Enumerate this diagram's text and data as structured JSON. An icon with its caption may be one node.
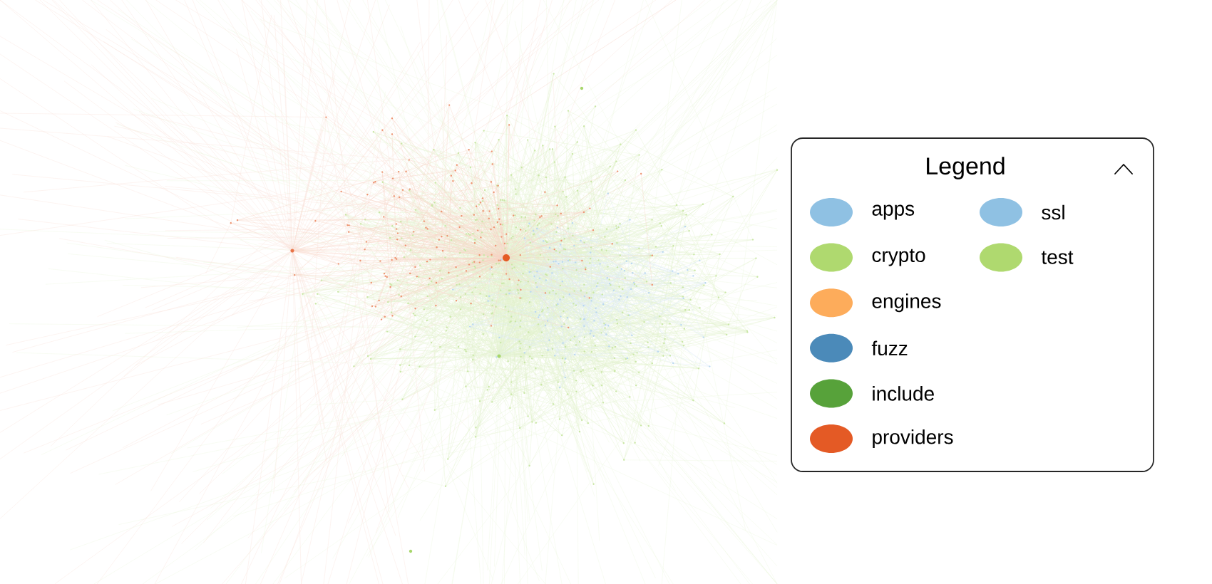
{
  "diagram": {
    "labels": [
      "Legend"
    ],
    "legend": [
      {
        "text": "apps",
        "color": "#8fc1e3"
      },
      {
        "text": "crypto",
        "color": "#afd96f"
      },
      {
        "text": "engines",
        "color": "#fdac5b"
      },
      {
        "text": "fuzz",
        "color": "#4b8ab9"
      },
      {
        "text": "include",
        "color": "#57a23a"
      },
      {
        "text": "providers",
        "color": "#e45a25"
      },
      {
        "text": "ssl",
        "color": "#8fc1e3"
      },
      {
        "text": "test",
        "color": "#afd96f"
      }
    ]
  }
}
